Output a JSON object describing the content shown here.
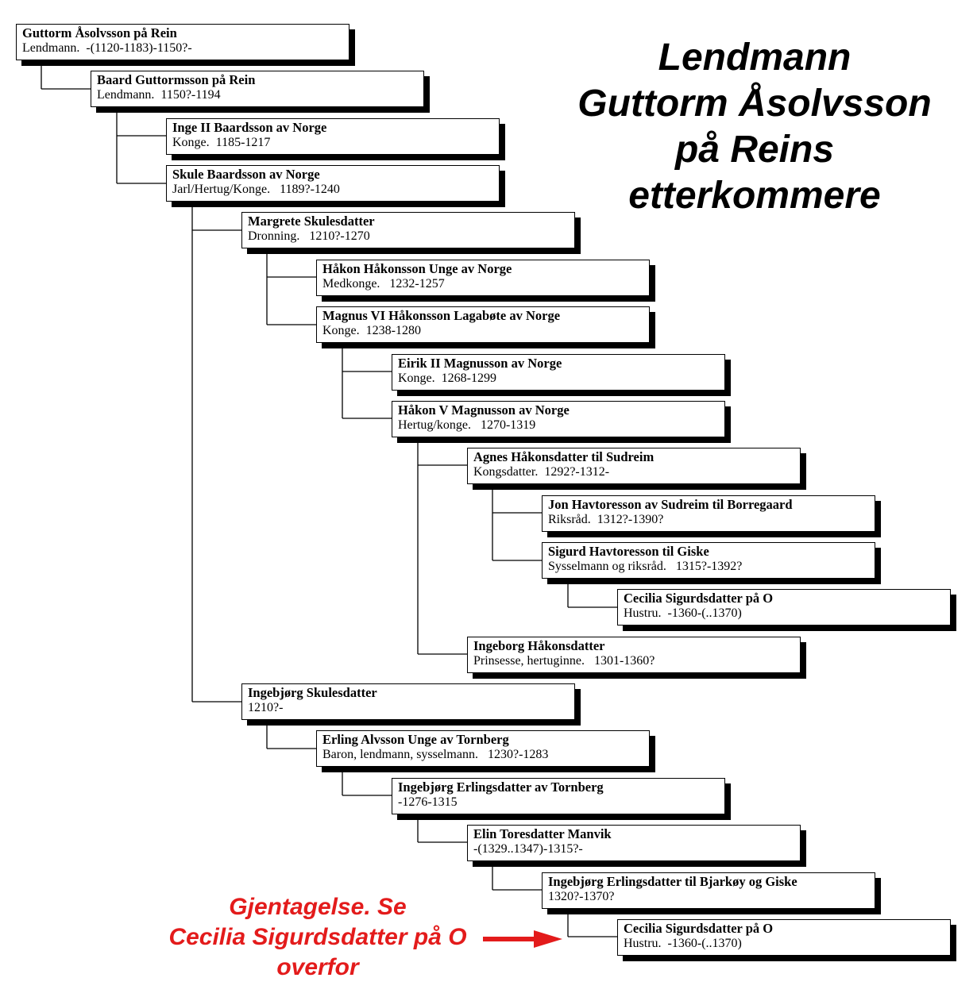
{
  "title": {
    "lines": [
      "Lendmann",
      "Guttorm Åsolvsson",
      "på Reins",
      "etterkommere"
    ]
  },
  "note": {
    "lines": [
      "Gjentagelse. Se",
      "Cecilia Sigurdsdatter på O",
      "overfor"
    ],
    "color": "#e31b1b"
  },
  "people": [
    {
      "name": "Guttorm Åsolvsson på  Rein",
      "info": "Lendmann.  -(1120-1183)-1150?-"
    },
    {
      "name": "Baard Guttormsson på  Rein",
      "info": "Lendmann.  1150?-1194"
    },
    {
      "name": "Inge II Baardsson av Norge",
      "info": "Konge.  1185-1217"
    },
    {
      "name": "Skule Baardsson av Norge",
      "info": "Jarl/Hertug/Konge.   1189?-1240"
    },
    {
      "name": "Margrete  Skulesdatter",
      "info": "Dronning.   1210?-1270"
    },
    {
      "name": "Håkon Håkonsson Unge av Norge",
      "info": "Medkonge.   1232-1257"
    },
    {
      "name": "Magnus VI Håkonsson Lagabøte av  Norge",
      "info": "Konge.  1238-1280"
    },
    {
      "name": "Eirik II Magnusson av  Norge",
      "info": "Konge.  1268-1299"
    },
    {
      "name": "Håkon V Magnusson av  Norge",
      "info": "Hertug/konge.   1270-1319"
    },
    {
      "name": "Agnes Håkonsdatter til  Sudreim",
      "info": "Kongsdatter.  1292?-1312-"
    },
    {
      "name": "Jon Havtoresson av Sudreim til Borregaard",
      "info": "Riksråd.  1312?-1390?"
    },
    {
      "name": "Sigurd Havtoresson til Giske",
      "info": "Sysselmann og riksråd.   1315?-1392?"
    },
    {
      "name": "Cecilia Sigurdsdatter på  O",
      "info": "Hustru.  -1360-(..1370)"
    },
    {
      "name": "Ingeborg  Håkonsdatter",
      "info": "Prinsesse, hertuginne.   1301-1360?"
    },
    {
      "name": "Ingebjørg  Skulesdatter",
      "info": "1210?-"
    },
    {
      "name": "Erling Alvsson Unge av Tornberg",
      "info": "Baron, lendmann, sysselmann.   1230?-1283"
    },
    {
      "name": "Ingebjørg Erlingsdatter av Tornberg",
      "info": "-1276-1315"
    },
    {
      "name": "Elin Toresdatter  Manvik",
      "info": "-(1329..1347)-1315?-"
    },
    {
      "name": "Ingebjørg Erlingsdatter til  Bjarkøy og Giske",
      "info": "1320?-1370?"
    },
    {
      "name": "Cecilia Sigurdsdatter på  O",
      "info": "Hustru.  -1360-(..1370)"
    }
  ]
}
